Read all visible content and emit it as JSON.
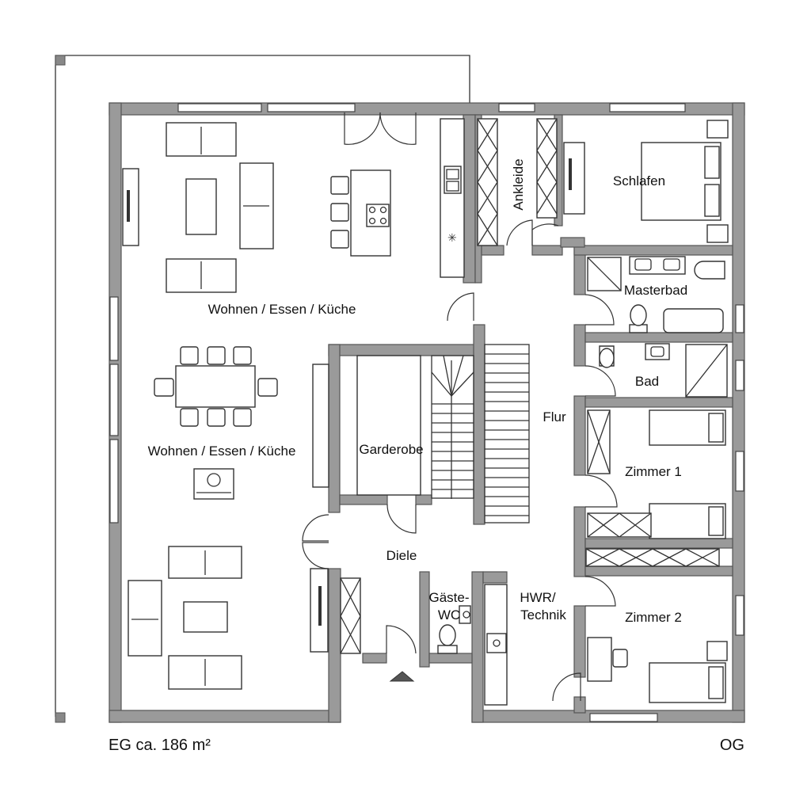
{
  "rooms": {
    "wohnen_top": "Wohnen / Essen / Küche",
    "wohnen_mid": "Wohnen / Essen / Küche",
    "ankleide": "Ankleide",
    "schlafen": "Schlafen",
    "masterbad": "Masterbad",
    "bad": "Bad",
    "flur": "Flur",
    "garderobe": "Garderobe",
    "zimmer1": "Zimmer 1",
    "zimmer2": "Zimmer 2",
    "diele": "Diele",
    "gaeste_wc_1": "Gäste-",
    "gaeste_wc_2": "WC",
    "hwr_1": "HWR/",
    "hwr_2": "Technik"
  },
  "captions": {
    "eg": "EG ca. 186 m²",
    "og": "OG"
  }
}
